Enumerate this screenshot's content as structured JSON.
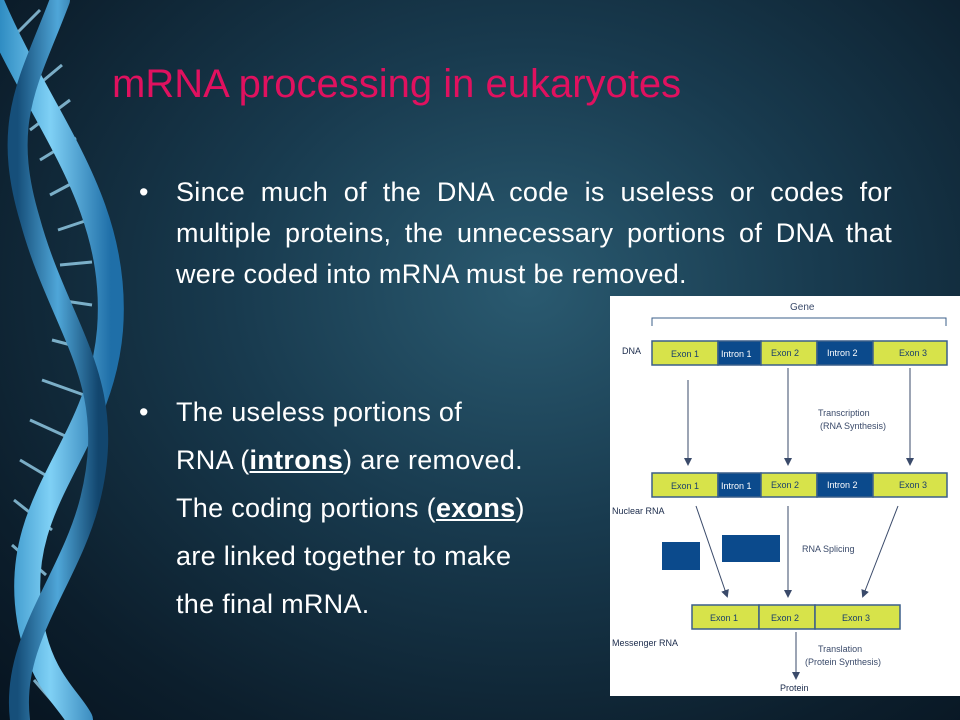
{
  "slide": {
    "title": "mRNA processing in eukaryotes",
    "bullet_symbol": "•",
    "bullet1": {
      "text": "Since much of the DNA code is useless or codes for multiple proteins, the unnecessary portions of DNA that were coded into mRNA must be removed."
    },
    "bullet2": {
      "lines": [
        "The useless portions of",
        "RNA (",
        "introns",
        ") are removed.",
        "The coding portions (",
        "exons",
        ")",
        "are linked together to make",
        "the final mRNA."
      ]
    }
  },
  "diagram": {
    "gene_label": "Gene",
    "dna_label": "DNA",
    "nuclear_rna_label": "Nuclear RNA",
    "messenger_rna_label": "Messenger RNA",
    "protein_label": "Protein",
    "transcription_label": "Transcription",
    "transcription_sub": "(RNA Synthesis)",
    "splicing_label": "RNA Splicing",
    "translation_label": "Translation",
    "translation_sub": "(Protein Synthesis)",
    "dna_segments": [
      "Exon 1",
      "Intron 1",
      "Exon 2",
      "Intron 2",
      "Exon 3"
    ],
    "nuclear_segments": [
      "Exon 1",
      "Intron 1",
      "Exon 2",
      "Intron 2",
      "Exon 3"
    ],
    "mrna_segments": [
      "Exon 1",
      "Exon 2",
      "Exon 3"
    ],
    "colors": {
      "exon": "#d7e34a",
      "intron": "#0b4a8c",
      "exon_text": "#1a3f6b",
      "intron_text": "#ffffff",
      "outline": "#3b5f8a"
    }
  }
}
